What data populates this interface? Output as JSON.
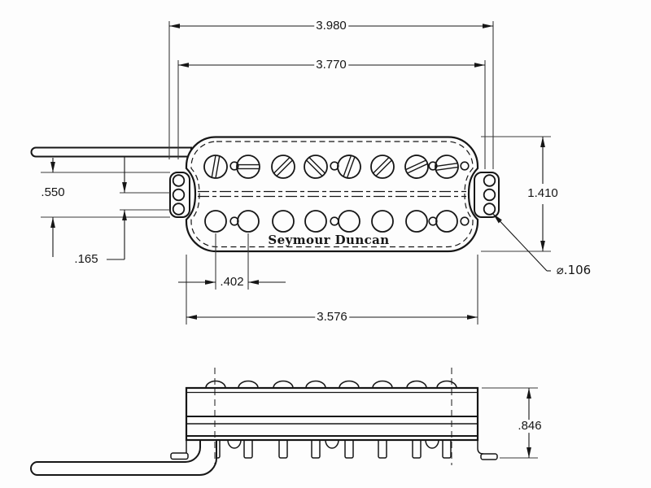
{
  "branding": {
    "logo": "Seymour Duncan"
  },
  "dimensions": {
    "overall_length": "3.980",
    "frame_length": "3.770",
    "tab_height": ".550",
    "tab_offset": ".165",
    "body_height": "1.410",
    "mounting_hole_diameter": "⌀.106",
    "pole_spacing": ".402",
    "body_length": "3.576",
    "side_height": ".846"
  }
}
